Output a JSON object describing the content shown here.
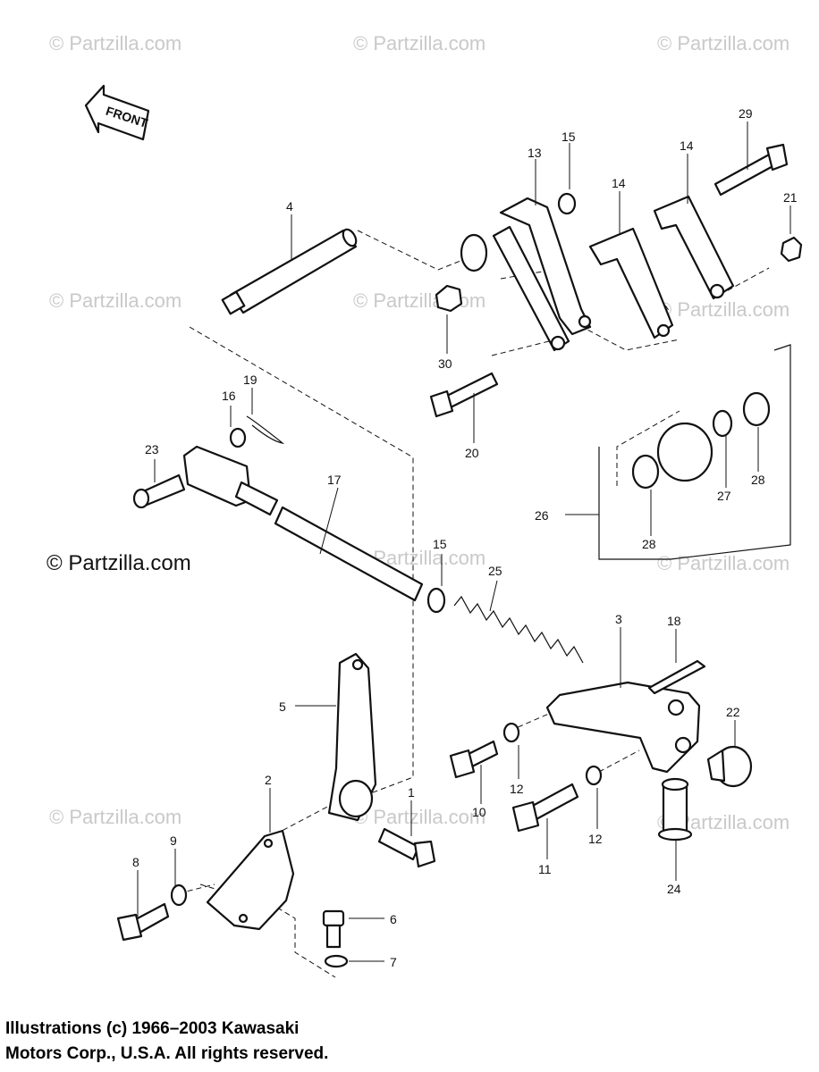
{
  "watermark": "© Partzilla.com",
  "copyright_big": "© Partzilla.com",
  "front_label": "FRONT",
  "footer": {
    "line1": "Illustrations (c) 1966–2003 Kawasaki",
    "line2": "Motors Corp., U.S.A.  All rights reserved."
  },
  "callouts": {
    "c1": "1",
    "c2": "2",
    "c3": "3",
    "c4": "4",
    "c5": "5",
    "c6": "6",
    "c7": "7",
    "c8": "8",
    "c9": "9",
    "c10": "10",
    "c11": "11",
    "c12a": "12",
    "c12b": "12",
    "c13": "13",
    "c14a": "14",
    "c14b": "14",
    "c15a": "15",
    "c15b": "15",
    "c16": "16",
    "c17": "17",
    "c18": "18",
    "c19": "19",
    "c20": "20",
    "c21": "21",
    "c22": "22",
    "c23": "23",
    "c24": "24",
    "c25": "25",
    "c26": "26",
    "c27": "27",
    "c28a": "28",
    "c28b": "28",
    "c29": "29",
    "c30": "30"
  }
}
